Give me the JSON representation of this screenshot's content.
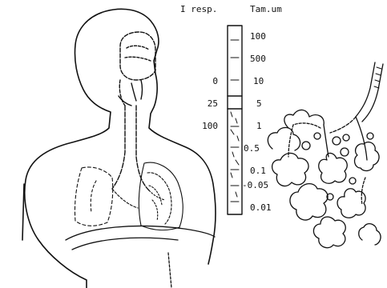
{
  "header": {
    "col_left": "I resp.",
    "col_right": "Tam.um"
  },
  "left_values": [
    "0",
    "25",
    "100"
  ],
  "right_values": [
    "100",
    "500",
    "10",
    "5",
    "1",
    "0.5",
    "0.1",
    "-0.05",
    "0.01"
  ],
  "colors": {
    "ink": "#111111",
    "paper": "#ffffff"
  }
}
